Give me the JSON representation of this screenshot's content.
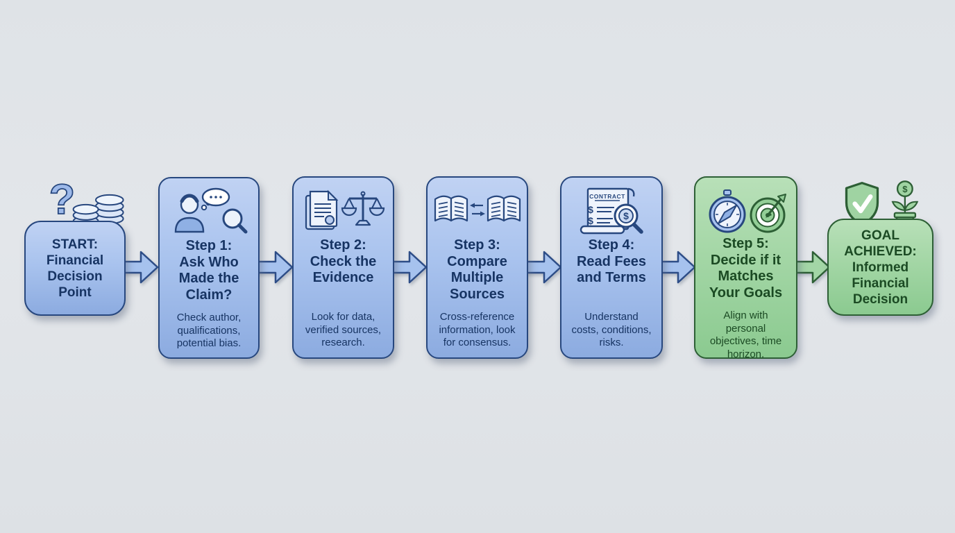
{
  "page": {
    "background_color": "#e0e4e8",
    "description": "Financial decision-making flowchart with start node, five step nodes and goal node connected by arrows"
  },
  "theme": {
    "blue_fill_top": "#c0d2f3",
    "blue_fill_bottom": "#8cabe0",
    "blue_border": "#27477e",
    "blue_text": "#173463",
    "green_fill_top": "#b8e0b8",
    "green_fill_bottom": "#8bca90",
    "green_border": "#2d5f35",
    "green_text": "#1b4a23",
    "arrow_blue_fill": "#a6c2ee",
    "arrow_blue_stroke": "#2d4d87",
    "arrow_green_fill": "#a3d6a6",
    "arrow_green_stroke": "#2d5f35"
  },
  "glyphs": {
    "question_mark": "?",
    "contract_label": "CONTRACT",
    "dollar": "$"
  },
  "nodes": [
    {
      "id": "start",
      "theme": "blue",
      "title": "START:\nFinancial\nDecision\nPoint",
      "subtitle": "",
      "icons": [
        "question-mark-icon",
        "coin-stack-icon"
      ]
    },
    {
      "id": "step-1",
      "theme": "blue",
      "title": "Step 1:\nAsk Who\nMade the\nClaim?",
      "subtitle": "Check author,\nqualifications,\npotential bias.",
      "icons": [
        "person-icon",
        "thought-bubble-icon",
        "magnifier-icon"
      ]
    },
    {
      "id": "step-2",
      "theme": "blue",
      "title": "Step 2:\nCheck the\nEvidence",
      "subtitle": "Look for data,\nverified sources,\nresearch.",
      "icons": [
        "document-icon",
        "balance-scale-icon"
      ]
    },
    {
      "id": "step-3",
      "theme": "blue",
      "title": "Step 3:\nCompare\nMultiple\nSources",
      "subtitle": "Cross-reference\ninformation, look\nfor consensus.",
      "icons": [
        "open-book-icon",
        "exchange-arrows-icon",
        "open-book-icon"
      ]
    },
    {
      "id": "step-4",
      "theme": "blue",
      "title": "Step 4:\nRead Fees\nand Terms",
      "subtitle": "Understand\ncosts, conditions,\nrisks.",
      "icons": [
        "contract-scroll-icon",
        "dollar-magnifier-icon"
      ]
    },
    {
      "id": "step-5",
      "theme": "green",
      "title": "Step 5:\nDecide if it\nMatches\nYour Goals",
      "subtitle": "Align with\npersonal\nobjectives, time\nhorizon.",
      "icons": [
        "compass-icon",
        "target-dart-icon"
      ]
    },
    {
      "id": "goal",
      "theme": "green",
      "title": "GOAL\nACHIEVED:\nInformed\nFinancial\nDecision",
      "subtitle": "",
      "icons": [
        "shield-check-icon",
        "money-plant-icon"
      ]
    }
  ],
  "connectors": [
    {
      "from": "start",
      "to": "step-1",
      "color": "blue"
    },
    {
      "from": "step-1",
      "to": "step-2",
      "color": "blue"
    },
    {
      "from": "step-2",
      "to": "step-3",
      "color": "blue"
    },
    {
      "from": "step-3",
      "to": "step-4",
      "color": "blue"
    },
    {
      "from": "step-4",
      "to": "step-5",
      "color": "blue"
    },
    {
      "from": "step-5",
      "to": "goal",
      "color": "green"
    }
  ]
}
